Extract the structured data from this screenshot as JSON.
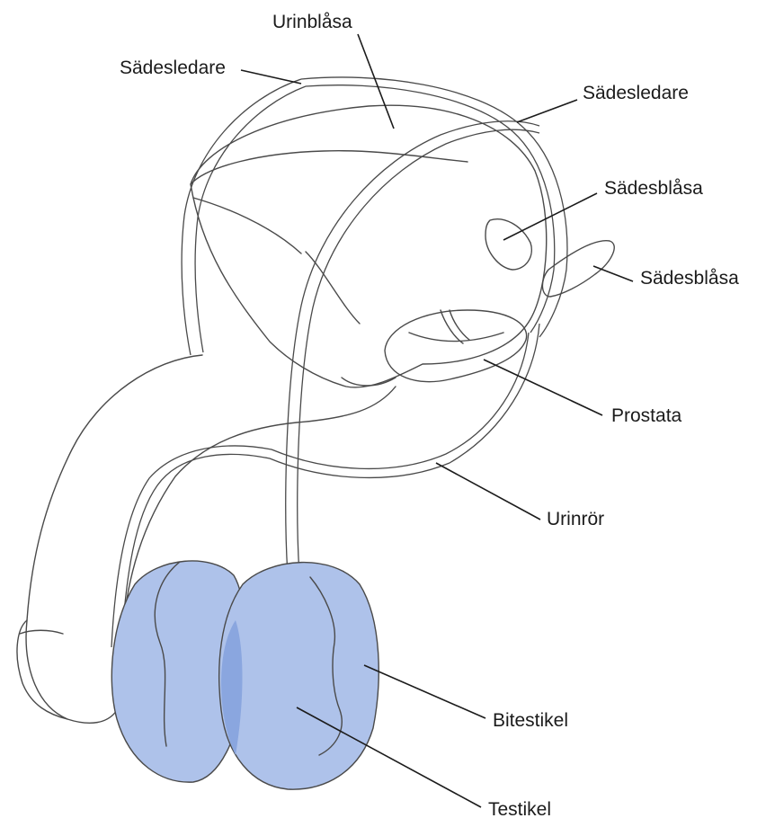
{
  "labels": {
    "vas_left": "Sädesledare",
    "bladder": "Urinblåsa",
    "vas_right": "Sädesledare",
    "seminal_vesicle_1": "Sädesblåsa",
    "seminal_vesicle_2": "Sädesblåsa",
    "prostate": "Prostata",
    "urethra": "Urinrör",
    "epididymis": "Bitestikel",
    "testis": "Testikel"
  },
  "colors": {
    "testis_fill": "#aec2ea",
    "testis_overlap": "#8aa6df",
    "line": "#4a4a4a",
    "label": "#1b1b1b"
  }
}
